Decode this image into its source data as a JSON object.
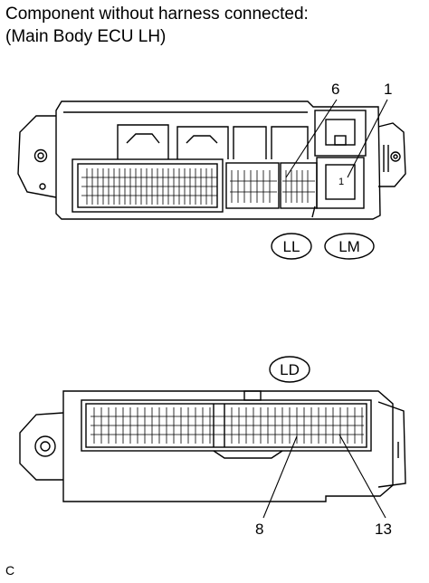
{
  "title": {
    "line1": "Component without harness connected:",
    "line2": "(Main Body ECU LH)"
  },
  "connectors": {
    "upper": [
      "LL",
      "LM"
    ],
    "lower": [
      "LD"
    ]
  },
  "pin_labels": {
    "upper": [
      "6",
      "1"
    ],
    "lower": [
      "8",
      "13"
    ]
  },
  "socket_number": "1",
  "corner_code": "C"
}
